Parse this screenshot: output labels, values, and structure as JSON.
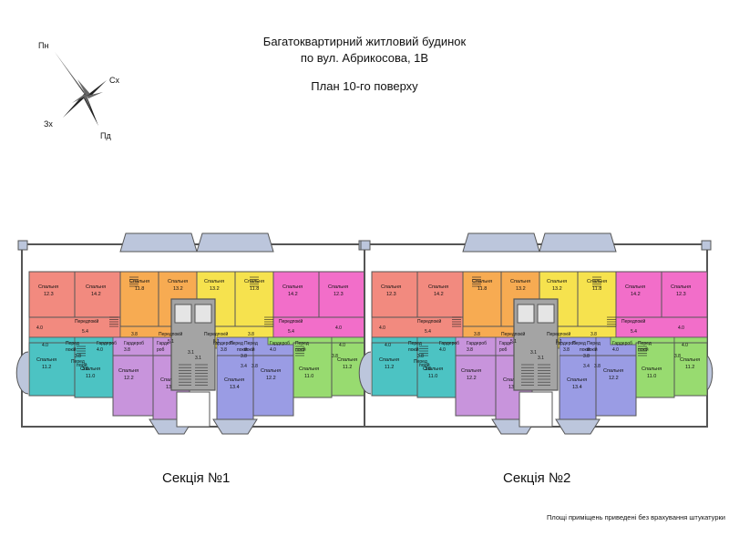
{
  "title": {
    "line1": "Багатоквартирний житловий будинок",
    "line2": "по вул. Абрикосова, 1В",
    "plan": "План 10-го поверху"
  },
  "compass": {
    "north": "Пн",
    "east": "Сх",
    "west": "Зх",
    "south": "Пд"
  },
  "sections": [
    "Секція №1",
    "Секція №2"
  ],
  "footnote": "Площі приміщень приведені без врахування штукатурки",
  "colors": {
    "salmon": "#f28a7f",
    "orange": "#f7ab52",
    "yellow": "#f6e24e",
    "magenta": "#f26ec9",
    "green": "#98db70",
    "teal": "#4cc3c3",
    "blue": "#9a9ce4",
    "purple": "#c894dc",
    "wall": "#555555",
    "frame": "#bcc6dc",
    "core": "#a4a4a4"
  },
  "rooms": {
    "s1": [
      {
        "c": "salmon",
        "name": "Спальня",
        "area": "12.3"
      },
      {
        "c": "salmon",
        "name": "Спальня",
        "area": "14.2"
      },
      {
        "c": "orange",
        "name": "Спальня",
        "area": "11.8"
      },
      {
        "c": "orange",
        "name": "Спальня",
        "area": "13.2"
      },
      {
        "c": "yellow",
        "name": "Спальня",
        "area": "13.2"
      },
      {
        "c": "yellow",
        "name": "Спальня",
        "area": "11.8"
      },
      {
        "c": "magenta",
        "name": "Спальня",
        "area": "14.2"
      },
      {
        "c": "magenta",
        "name": "Спальня",
        "area": "12.3"
      },
      {
        "c": "teal",
        "name": "Спальня",
        "area": "11.2"
      },
      {
        "c": "teal",
        "name": "Спальня",
        "area": "11.0"
      },
      {
        "c": "purple",
        "name": "Спальня",
        "area": "12.2"
      },
      {
        "c": "purple",
        "name": "Спальня",
        "area": "13.4"
      },
      {
        "c": "blue",
        "name": "Спальня",
        "area": "13.4"
      },
      {
        "c": "blue",
        "name": "Спальня",
        "area": "12.2"
      },
      {
        "c": "green",
        "name": "Спальня",
        "area": "11.0"
      },
      {
        "c": "green",
        "name": "Спальня",
        "area": "11.2"
      }
    ],
    "s2": [
      {
        "c": "salmon",
        "name": "Спальня",
        "area": "12.3"
      },
      {
        "c": "salmon",
        "name": "Спальня",
        "area": "14.2"
      },
      {
        "c": "orange",
        "name": "Спальня",
        "area": "11.8"
      },
      {
        "c": "orange",
        "name": "Спальня",
        "area": "13.2"
      },
      {
        "c": "yellow",
        "name": "Спальня",
        "area": "13.2"
      },
      {
        "c": "yellow",
        "name": "Спальня",
        "area": "11.8"
      },
      {
        "c": "magenta",
        "name": "Спальня",
        "area": "14.2"
      },
      {
        "c": "magenta",
        "name": "Спальня",
        "area": "12.3"
      },
      {
        "c": "teal",
        "name": "Спальня",
        "area": "11.2"
      },
      {
        "c": "teal",
        "name": "Спальня",
        "area": "11.0"
      },
      {
        "c": "purple",
        "name": "Спальня",
        "area": "12.2"
      },
      {
        "c": "purple",
        "name": "Спальня",
        "area": "13.4"
      },
      {
        "c": "blue",
        "name": "Спальня",
        "area": "13.4"
      },
      {
        "c": "blue",
        "name": "Спальня",
        "area": "12.2"
      },
      {
        "c": "green",
        "name": "Спальня",
        "area": "11.0"
      },
      {
        "c": "green",
        "name": "Спальня",
        "area": "11.2"
      }
    ]
  },
  "small_labels": {
    "s1": [
      {
        "t": "4.0"
      },
      {
        "t": "Передпокій"
      },
      {
        "t": "5.4"
      },
      {
        "t": "3.8"
      },
      {
        "t": "Передпокій"
      },
      {
        "t": "5.1"
      },
      {
        "t": "Передпокій"
      },
      {
        "t": "5.1"
      },
      {
        "t": "3.8"
      },
      {
        "t": "Передпокій"
      },
      {
        "t": "5.4"
      },
      {
        "t": "4.0"
      },
      {
        "t": "4.0"
      },
      {
        "t": "Перед"
      },
      {
        "t": "покій"
      },
      {
        "t": "3.8"
      },
      {
        "t": "Гардероб"
      },
      {
        "t": "4.0"
      },
      {
        "t": "Гардероб"
      },
      {
        "t": "3.8"
      },
      {
        "t": "Гарде-"
      },
      {
        "t": "роб"
      },
      {
        "t": "Гардероб"
      },
      {
        "t": "3.8"
      },
      {
        "t": "Перед"
      },
      {
        "t": "покій"
      },
      {
        "t": "3.8"
      },
      {
        "t": "Гардероб"
      },
      {
        "t": "4.0"
      },
      {
        "t": "Перед"
      },
      {
        "t": "покій"
      },
      {
        "t": "3.8"
      },
      {
        "t": "4.0"
      },
      {
        "t": "Перед"
      },
      {
        "t": "покій"
      },
      {
        "t": "3.8"
      },
      {
        "t": "3.4"
      },
      {
        "t": "3.8"
      },
      {
        "t": "Перед"
      },
      {
        "t": "покій"
      },
      {
        "t": "3.1"
      },
      {
        "t": "3.1"
      }
    ],
    "s2": [
      {
        "t": "4.0"
      },
      {
        "t": "Передпокій"
      },
      {
        "t": "5.4"
      },
      {
        "t": "3.8"
      },
      {
        "t": "Передпокій"
      },
      {
        "t": "5.1"
      },
      {
        "t": "Передпокій"
      },
      {
        "t": "5.1"
      },
      {
        "t": "3.8"
      },
      {
        "t": "Передпокій"
      },
      {
        "t": "5.4"
      },
      {
        "t": "4.0"
      },
      {
        "t": "4.0"
      },
      {
        "t": "Перед"
      },
      {
        "t": "покій"
      },
      {
        "t": "3.8"
      },
      {
        "t": "Гардероб"
      },
      {
        "t": "4.0"
      },
      {
        "t": "Гардероб"
      },
      {
        "t": "3.8"
      },
      {
        "t": "Гарде-"
      },
      {
        "t": "роб"
      },
      {
        "t": "Гардероб"
      },
      {
        "t": "3.8"
      },
      {
        "t": "Перед"
      },
      {
        "t": "покій"
      },
      {
        "t": "3.8"
      },
      {
        "t": "Гардероб"
      },
      {
        "t": "4.0"
      },
      {
        "t": "Перед"
      },
      {
        "t": "покій"
      },
      {
        "t": "3.8"
      },
      {
        "t": "4.0"
      },
      {
        "t": "Перед"
      },
      {
        "t": "покій"
      },
      {
        "t": "3.8"
      },
      {
        "t": "3.4"
      },
      {
        "t": "3.8"
      },
      {
        "t": "Перед"
      },
      {
        "t": "покій"
      },
      {
        "t": "3.1"
      },
      {
        "t": "3.1"
      }
    ]
  }
}
